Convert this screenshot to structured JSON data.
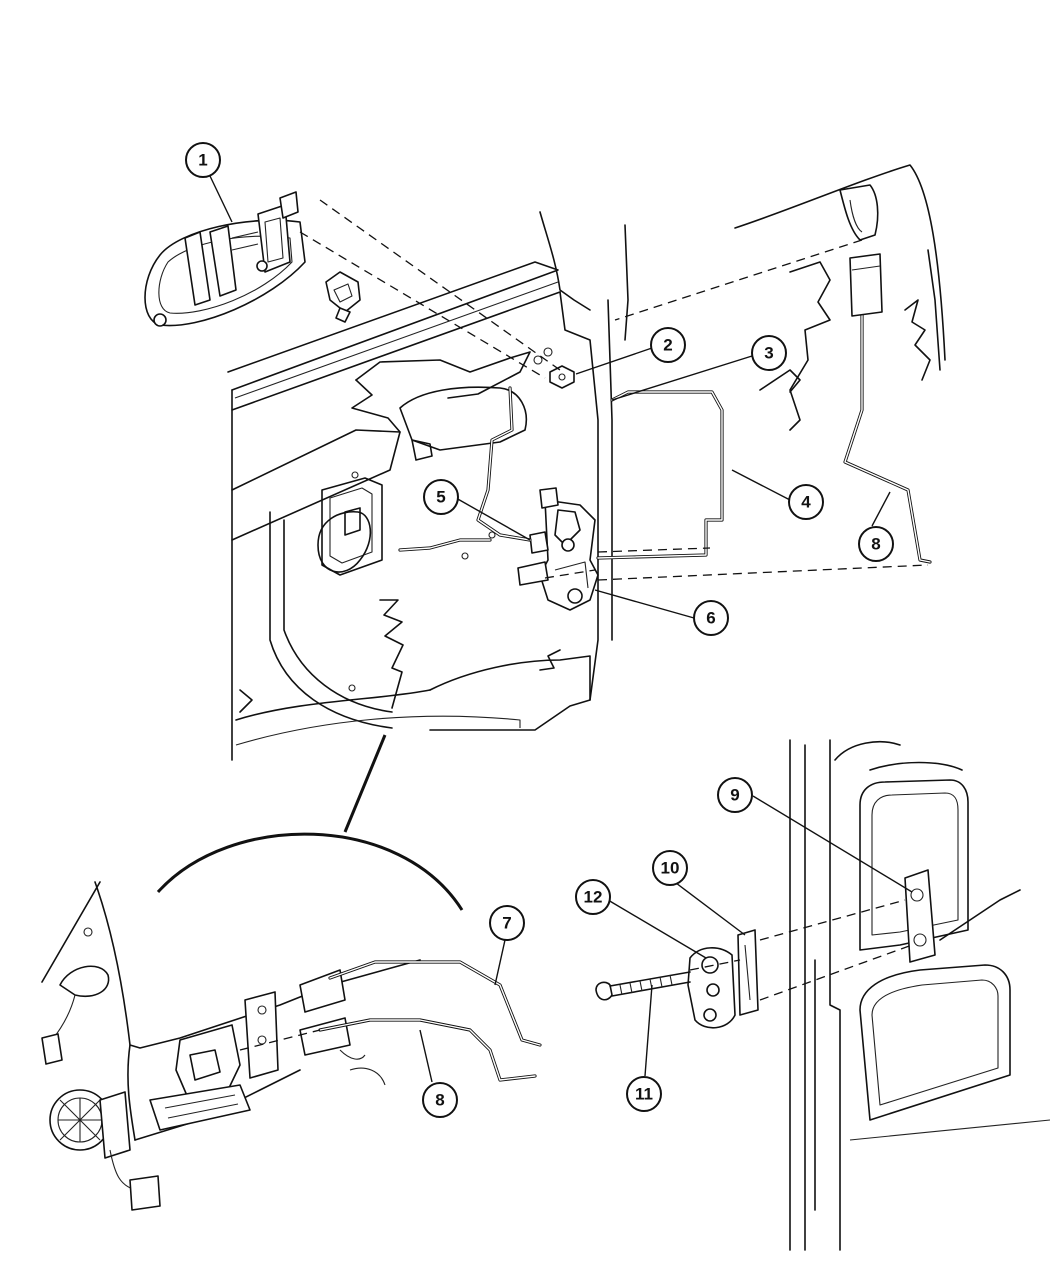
{
  "callouts": [
    {
      "label": "1"
    },
    {
      "label": "2"
    },
    {
      "label": "3"
    },
    {
      "label": "4"
    },
    {
      "label": "5"
    },
    {
      "label": "6"
    },
    {
      "label": "7"
    },
    {
      "label": "8"
    },
    {
      "label": "8"
    },
    {
      "label": "9"
    },
    {
      "label": "10"
    },
    {
      "label": "11"
    },
    {
      "label": "12"
    }
  ]
}
